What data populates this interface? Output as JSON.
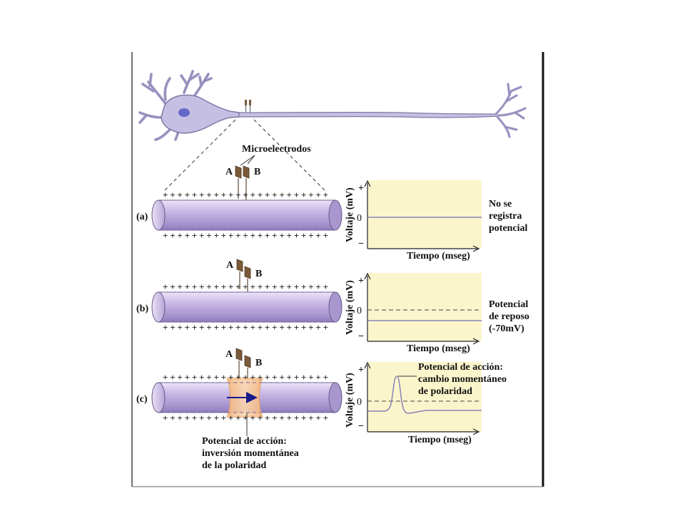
{
  "diagram": {
    "electrodes_title": "Microelectrodos",
    "electrode_a": "A",
    "electrode_b": "B",
    "axis_y_label": "Voltaje (mV)",
    "axis_x_label": "Tiempo (mseg)",
    "tick_plus": "+",
    "tick_zero": "0",
    "tick_minus": "−",
    "colors": {
      "axon_fill": "#c8b8e6",
      "axon_outline": "#6a5a8a",
      "plot_background": "#fbf5cc",
      "action_zone": "#f7c99a",
      "trace": "#8884b8"
    },
    "panels": [
      {
        "label": "(a)",
        "note_lines": [
          "No se",
          "registra",
          "potencial"
        ]
      },
      {
        "label": "(b)",
        "note_lines": [
          "Potencial",
          "de reposo",
          "(-70mV)"
        ]
      },
      {
        "label": "(c)",
        "graph_note_lines": [
          "Potencial de acción:",
          "cambio momentáneo",
          "de polaridad"
        ],
        "axon_note_lines": [
          "Potencial de acción:",
          "inversión momentánea",
          "de la polaridad"
        ]
      }
    ]
  }
}
